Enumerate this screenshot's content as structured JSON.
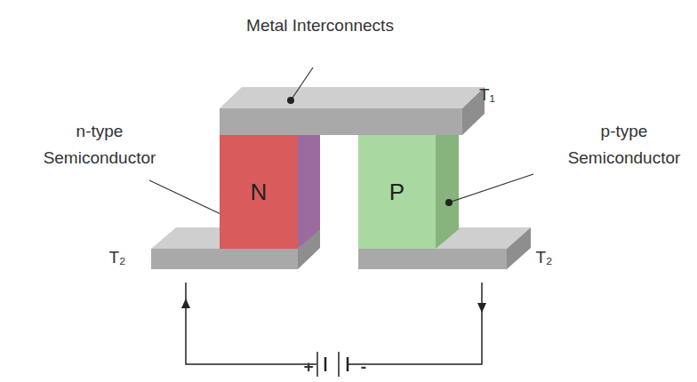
{
  "diagram": {
    "nodes": [
      {
        "text": [
          "N"
        ]
      },
      {
        "text": [
          "P"
        ]
      }
    ],
    "labels": [
      "Metal Interconnects",
      "T₁",
      "n-type Semiconductor",
      "p-type Semiconductor",
      "T₂",
      "T₂",
      "+",
      "-"
    ]
  }
}
